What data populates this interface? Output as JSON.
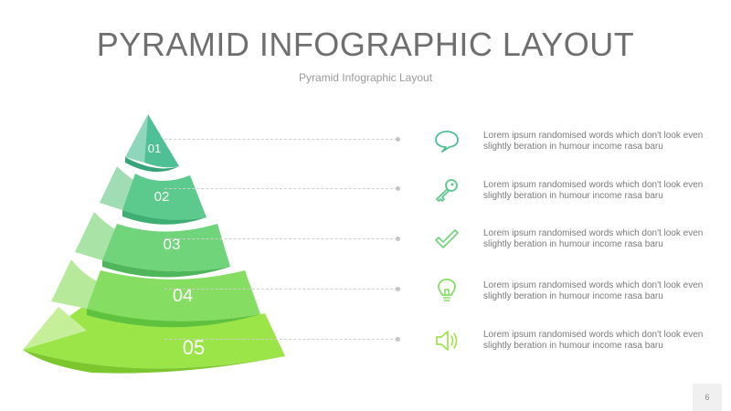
{
  "slide": {
    "title": "PYRAMID INFOGRAPHIC LAYOUT",
    "subtitle": "Pyramid Infographic Layout",
    "page_number": "6"
  },
  "pyramid": {
    "levels": [
      {
        "label": "01",
        "color": "#4fbf95",
        "icon": "speech-bubble-icon",
        "text_line1": "Lorem ipsum randomised words which don't look even",
        "text_line2": "slightly beration in humour income rasa baru"
      },
      {
        "label": "02",
        "color": "#5cc98d",
        "icon": "key-icon",
        "text_line1": "Lorem ipsum randomised words which don't look even",
        "text_line2": "slightly beration in humour income rasa baru"
      },
      {
        "label": "03",
        "color": "#6fd47a",
        "icon": "checkmark-icon",
        "text_line1": "Lorem ipsum randomised words which don't look even",
        "text_line2": "slightly beration in humour income rasa baru"
      },
      {
        "label": "04",
        "color": "#85de62",
        "icon": "lightbulb-icon",
        "text_line1": "Lorem ipsum randomised words which don't look even",
        "text_line2": "slightly beration in humour income rasa baru"
      },
      {
        "label": "05",
        "color": "#9be548",
        "icon": "speaker-icon",
        "text_line1": "Lorem ipsum randomised words which don't look even",
        "text_line2": "slightly beration in humour income rasa baru"
      }
    ]
  }
}
